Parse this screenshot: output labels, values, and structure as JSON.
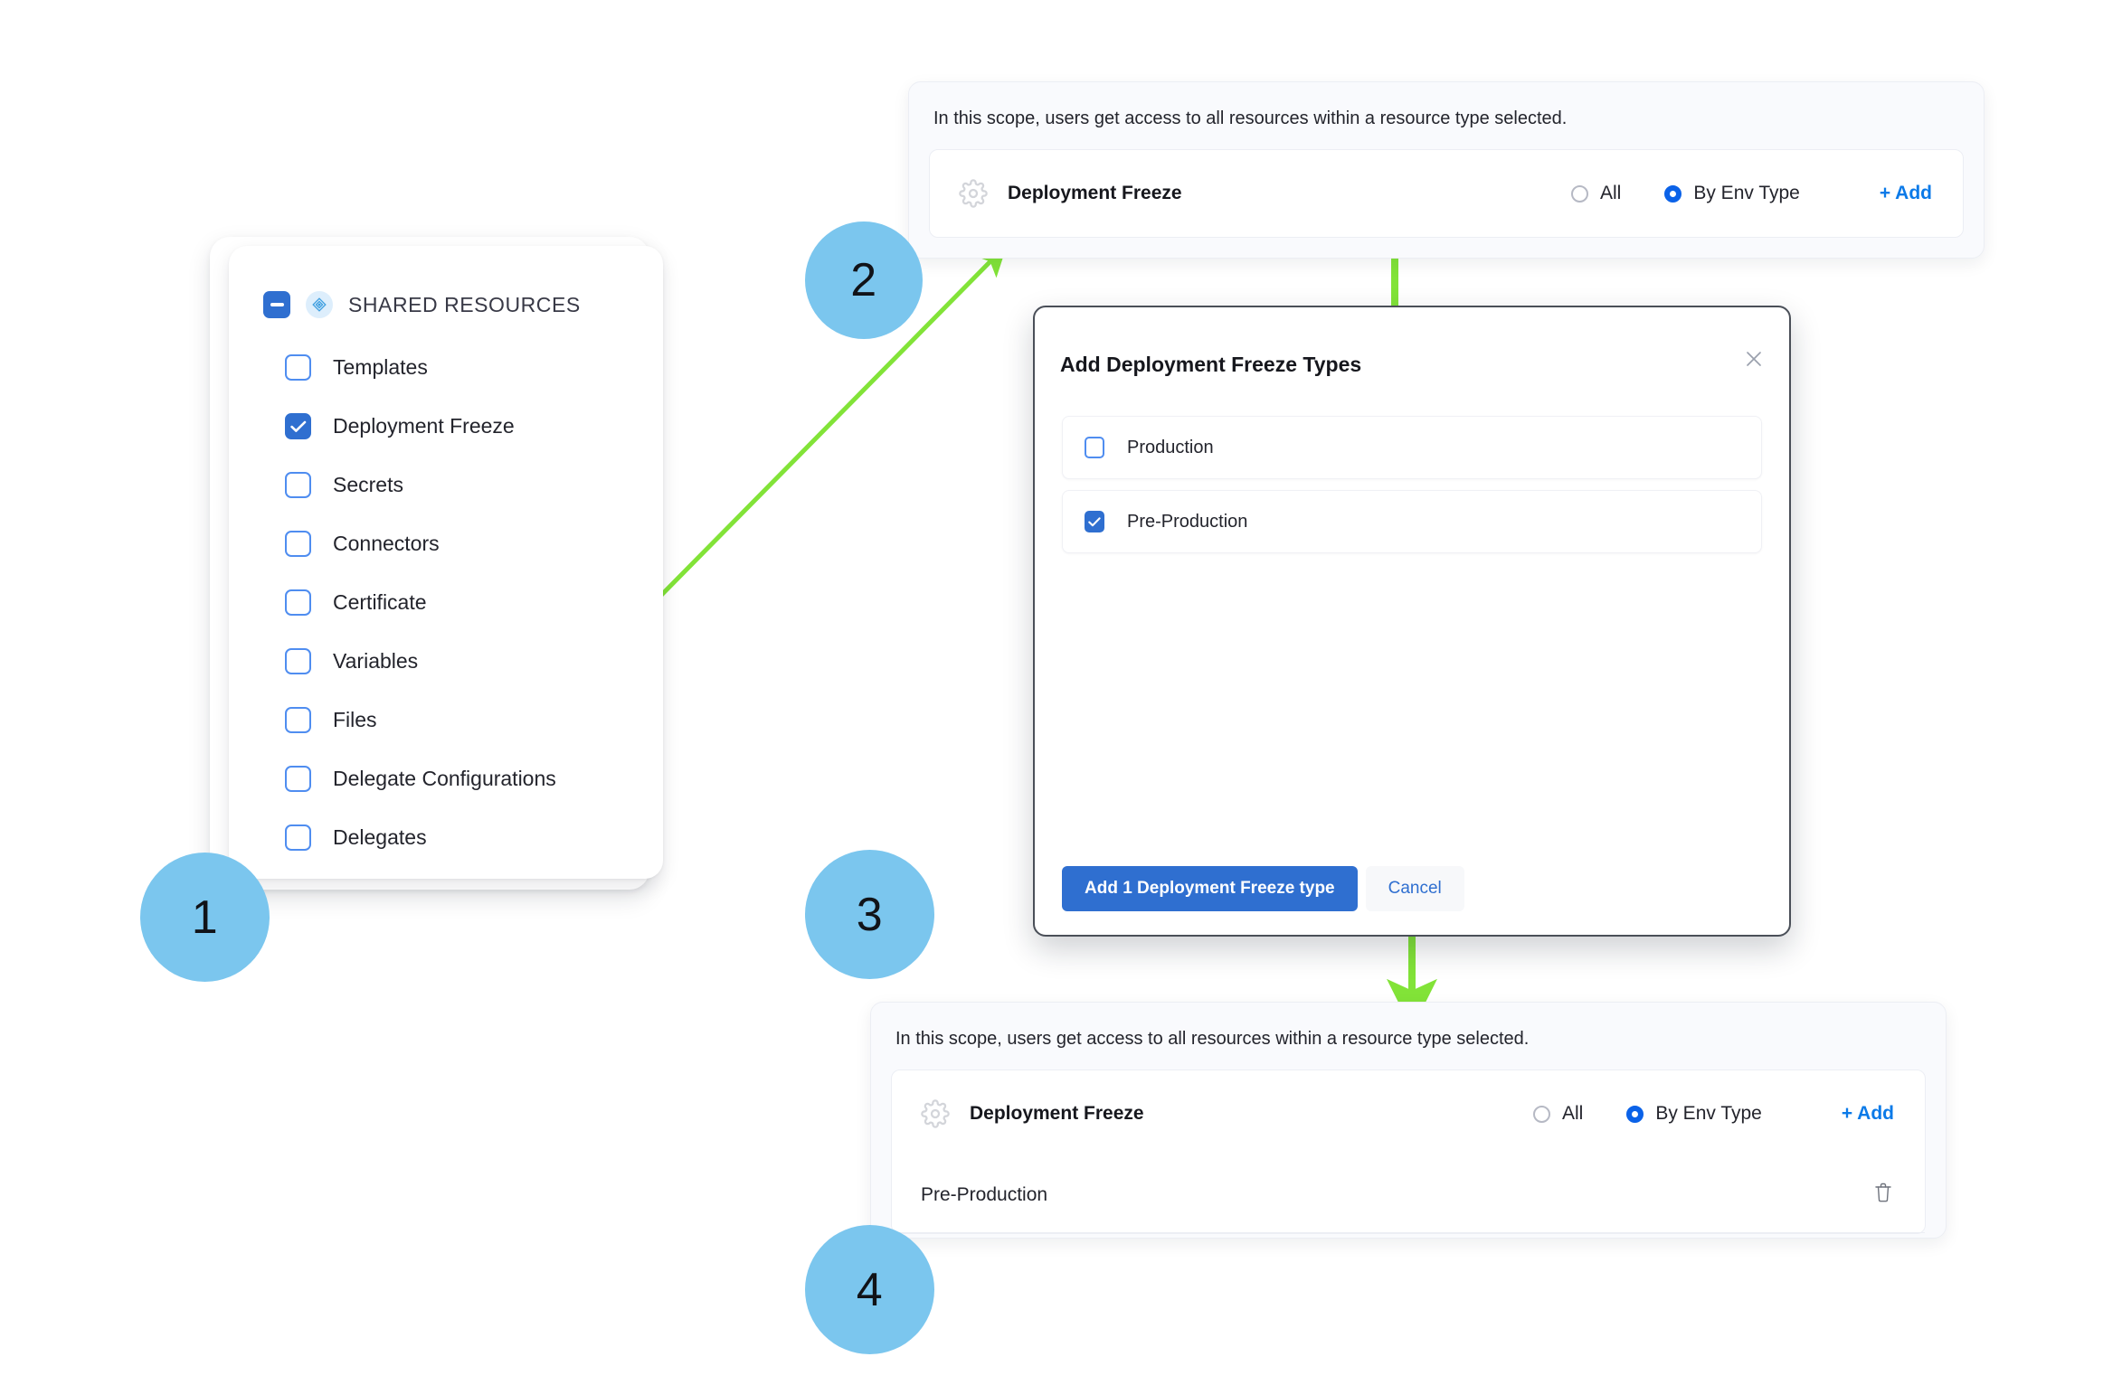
{
  "colors": {
    "step_circle_bg": "#7BC6EE",
    "arrow_green": "#82E338",
    "primary_blue": "#2F6FD0",
    "link_blue": "#0B7AE8",
    "panel_bg": "#F9FAFD"
  },
  "steps": [
    {
      "number": "1"
    },
    {
      "number": "2"
    },
    {
      "number": "3"
    },
    {
      "number": "4"
    }
  ],
  "resource_tree": {
    "header": {
      "label": "SHARED RESOURCES",
      "checkbox_state": "indeterminate",
      "icon": "shared-resources-diamond-icon"
    },
    "items": [
      {
        "label": "Templates",
        "checked": false
      },
      {
        "label": "Deployment Freeze",
        "checked": true
      },
      {
        "label": "Secrets",
        "checked": false
      },
      {
        "label": "Connectors",
        "checked": false
      },
      {
        "label": "Certificate",
        "checked": false
      },
      {
        "label": "Variables",
        "checked": false
      },
      {
        "label": "Files",
        "checked": false
      },
      {
        "label": "Delegate Configurations",
        "checked": false
      },
      {
        "label": "Delegates",
        "checked": false
      }
    ]
  },
  "scope_panel_top": {
    "note": "In this scope, users get access to all resources within a resource type selected.",
    "resource_title": "Deployment Freeze",
    "icon": "gear-icon",
    "radio_all_label": "All",
    "radio_env_label": "By Env Type",
    "selected_radio": "By Env Type",
    "add_label": "+ Add"
  },
  "modal": {
    "title": "Add Deployment Freeze Types",
    "close_icon": "close-icon",
    "options": [
      {
        "label": "Production",
        "checked": false
      },
      {
        "label": "Pre-Production",
        "checked": true
      }
    ],
    "primary_button": "Add 1 Deployment Freeze type",
    "secondary_button": "Cancel"
  },
  "scope_panel_bottom": {
    "note": "In this scope, users get access to all resources within a resource type selected.",
    "resource_title": "Deployment Freeze",
    "icon": "gear-icon",
    "radio_all_label": "All",
    "radio_env_label": "By Env Type",
    "selected_radio": "By Env Type",
    "add_label": "+ Add",
    "selected_env_rows": [
      {
        "label": "Pre-Production",
        "delete_icon": "trash-icon"
      }
    ]
  }
}
